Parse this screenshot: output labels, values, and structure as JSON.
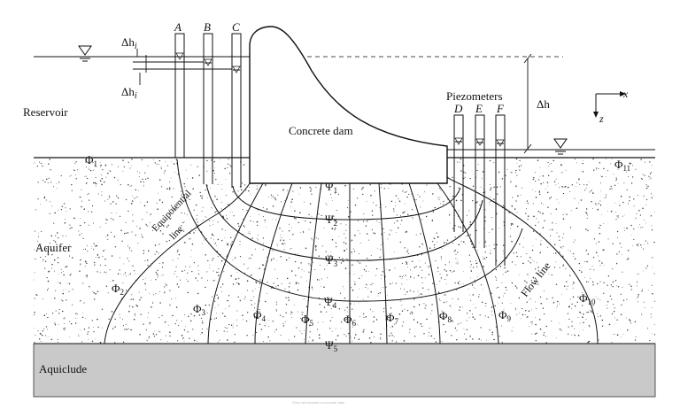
{
  "labels": {
    "reservoir": "Reservoir",
    "concrete_dam": "Concrete dam",
    "aquifer": "Aquifer",
    "aquiclude": "Aquiclude",
    "piezometers": "Piezometers",
    "equipotential_line_1": "Equipotential",
    "equipotential_line_2": "line",
    "flow_line": "Flow line",
    "delta_h": "Δh",
    "delta_hi_top": "Δh",
    "delta_hi_bottom": "Δh",
    "delta_hi_sub": "i",
    "axis_x": "x",
    "axis_z": "z"
  },
  "piezometers": [
    "A",
    "B",
    "C",
    "D",
    "E",
    "F"
  ],
  "phi_labels": [
    {
      "name": "Φ",
      "sub": "1"
    },
    {
      "name": "Φ",
      "sub": "2"
    },
    {
      "name": "Φ",
      "sub": "3"
    },
    {
      "name": "Φ",
      "sub": "4"
    },
    {
      "name": "Φ",
      "sub": "5"
    },
    {
      "name": "Φ",
      "sub": "6"
    },
    {
      "name": "Φ",
      "sub": "7"
    },
    {
      "name": "Φ",
      "sub": "8"
    },
    {
      "name": "Φ",
      "sub": "9"
    },
    {
      "name": "Φ",
      "sub": "10"
    },
    {
      "name": "Φ",
      "sub": "11"
    }
  ],
  "psi_labels": [
    {
      "name": "Ψ",
      "sub": "1"
    },
    {
      "name": "Ψ",
      "sub": "2"
    },
    {
      "name": "Ψ",
      "sub": "3"
    },
    {
      "name": "Ψ",
      "sub": "4"
    },
    {
      "name": "Ψ",
      "sub": "5"
    }
  ],
  "colors": {
    "aquiclude": "#c9c9c9",
    "ink": "#111111",
    "stipple": "#3a3a3a"
  },
  "caption": "Flow net beneath a concrete dam"
}
